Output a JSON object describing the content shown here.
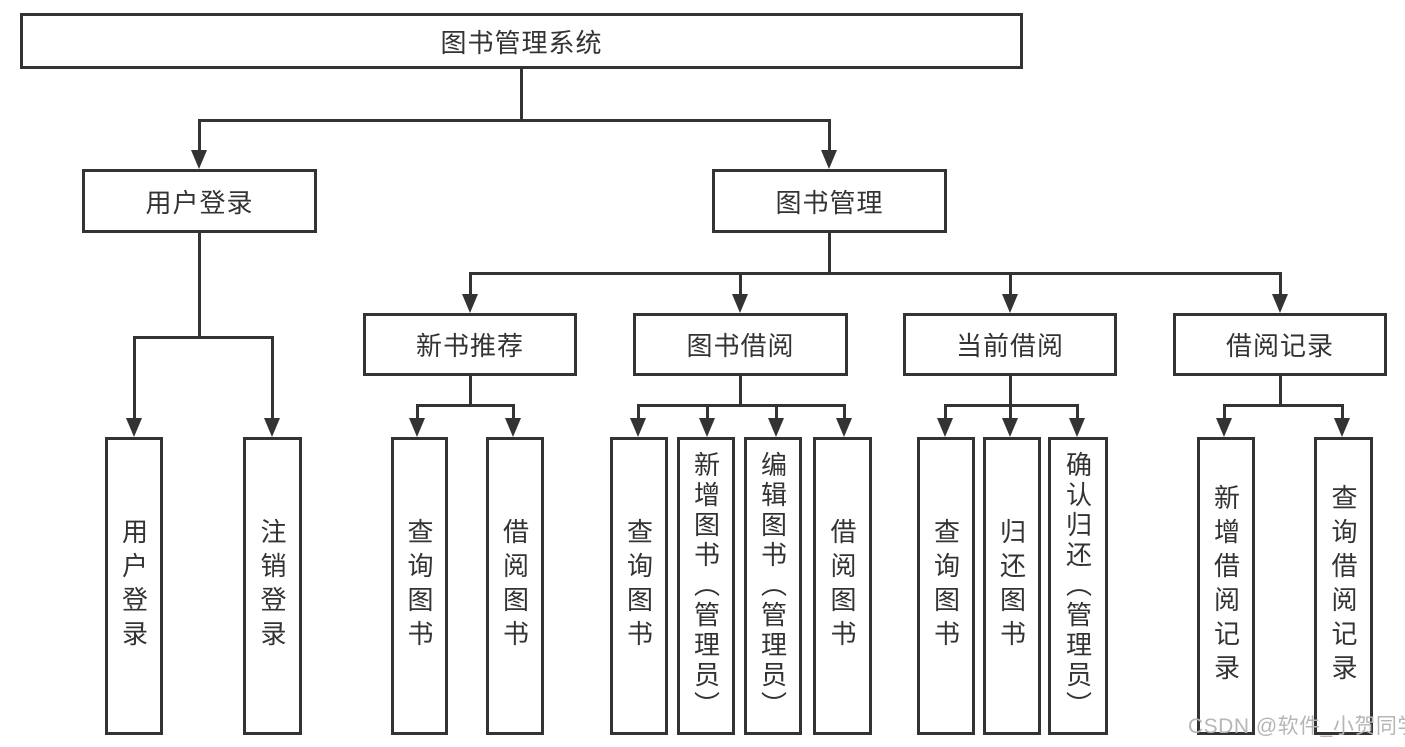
{
  "diagram": {
    "root": {
      "label": "图书管理系统",
      "children": [
        {
          "label": "用户登录",
          "children": [
            {
              "label": "用户登录"
            },
            {
              "label": "注销登录"
            }
          ]
        },
        {
          "label": "图书管理",
          "children": [
            {
              "label": "新书推荐",
              "children": [
                {
                  "label": "查询图书"
                },
                {
                  "label": "借阅图书"
                }
              ]
            },
            {
              "label": "图书借阅",
              "children": [
                {
                  "label": "查询图书"
                },
                {
                  "label": "新增图书（管理员）"
                },
                {
                  "label": "编辑图书（管理员）"
                },
                {
                  "label": "借阅图书"
                }
              ]
            },
            {
              "label": "当前借阅",
              "children": [
                {
                  "label": "查询图书"
                },
                {
                  "label": "归还图书"
                },
                {
                  "label": "确认归还（管理员）"
                }
              ]
            },
            {
              "label": "借阅记录",
              "children": [
                {
                  "label": "新增借阅记录"
                },
                {
                  "label": "查询借阅记录"
                }
              ]
            }
          ]
        }
      ]
    }
  },
  "watermark": "CSDN @软件_小贺同学",
  "colors": {
    "line": "#333333",
    "text": "#333333",
    "watermark": "#b4b6b8",
    "background": "#ffffff"
  }
}
